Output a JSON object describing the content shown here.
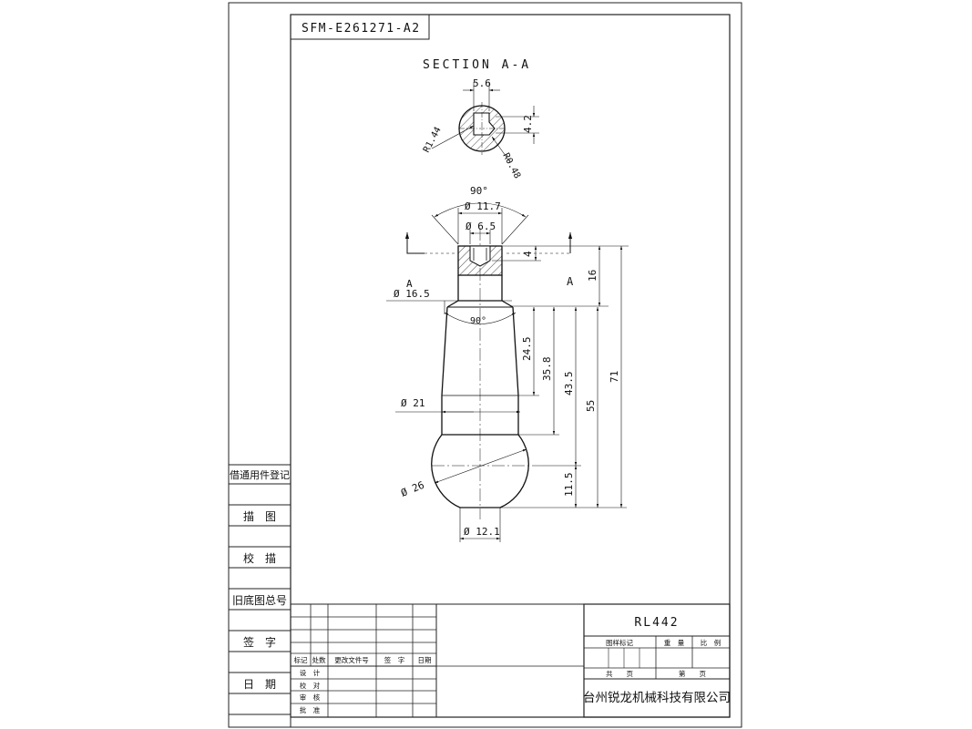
{
  "drawing_number": "SFM-E261271-A2",
  "section_title": "SECTION A-A",
  "section_dims": {
    "width": "5.6",
    "height": "4.2",
    "r_left": "R1.44",
    "r_right": "R0.48"
  },
  "part_dims": {
    "angle_top": "90°",
    "dia_11_7": "Ø 11.7",
    "dia_6_5": "Ø 6.5",
    "depth_4": "4",
    "len_16": "16",
    "cut_label_left": "A",
    "cut_label_right": "A",
    "dia_16_5": "Ø 16.5",
    "angle_mid": "90°",
    "len_24_5": "24.5",
    "len_35_8": "35.8",
    "len_43_5": "43.5",
    "len_55": "55",
    "len_71": "71",
    "dia_21": "Ø 21",
    "sphere_dia": "Ø 26",
    "len_11_5": "11.5",
    "dia_12_1": "Ø 12.1"
  },
  "left_column": [
    "借通用件登记",
    "描　图",
    "校　描",
    "旧底图总号",
    "签　字",
    "日　期"
  ],
  "revision_table": {
    "headers": [
      "标记",
      "处数",
      "更改文件号",
      "签　字",
      "日期"
    ],
    "roles": [
      "设　计",
      "校　对",
      "审　核",
      "批　准"
    ]
  },
  "title_block": {
    "part_name": "RL442",
    "labels": {
      "stage_mark": "图样标记",
      "weight": "重　量",
      "scale": "比　例",
      "total": "共　　页",
      "page": "第　　页"
    },
    "company": "台州锐龙机械科技有限公司"
  }
}
